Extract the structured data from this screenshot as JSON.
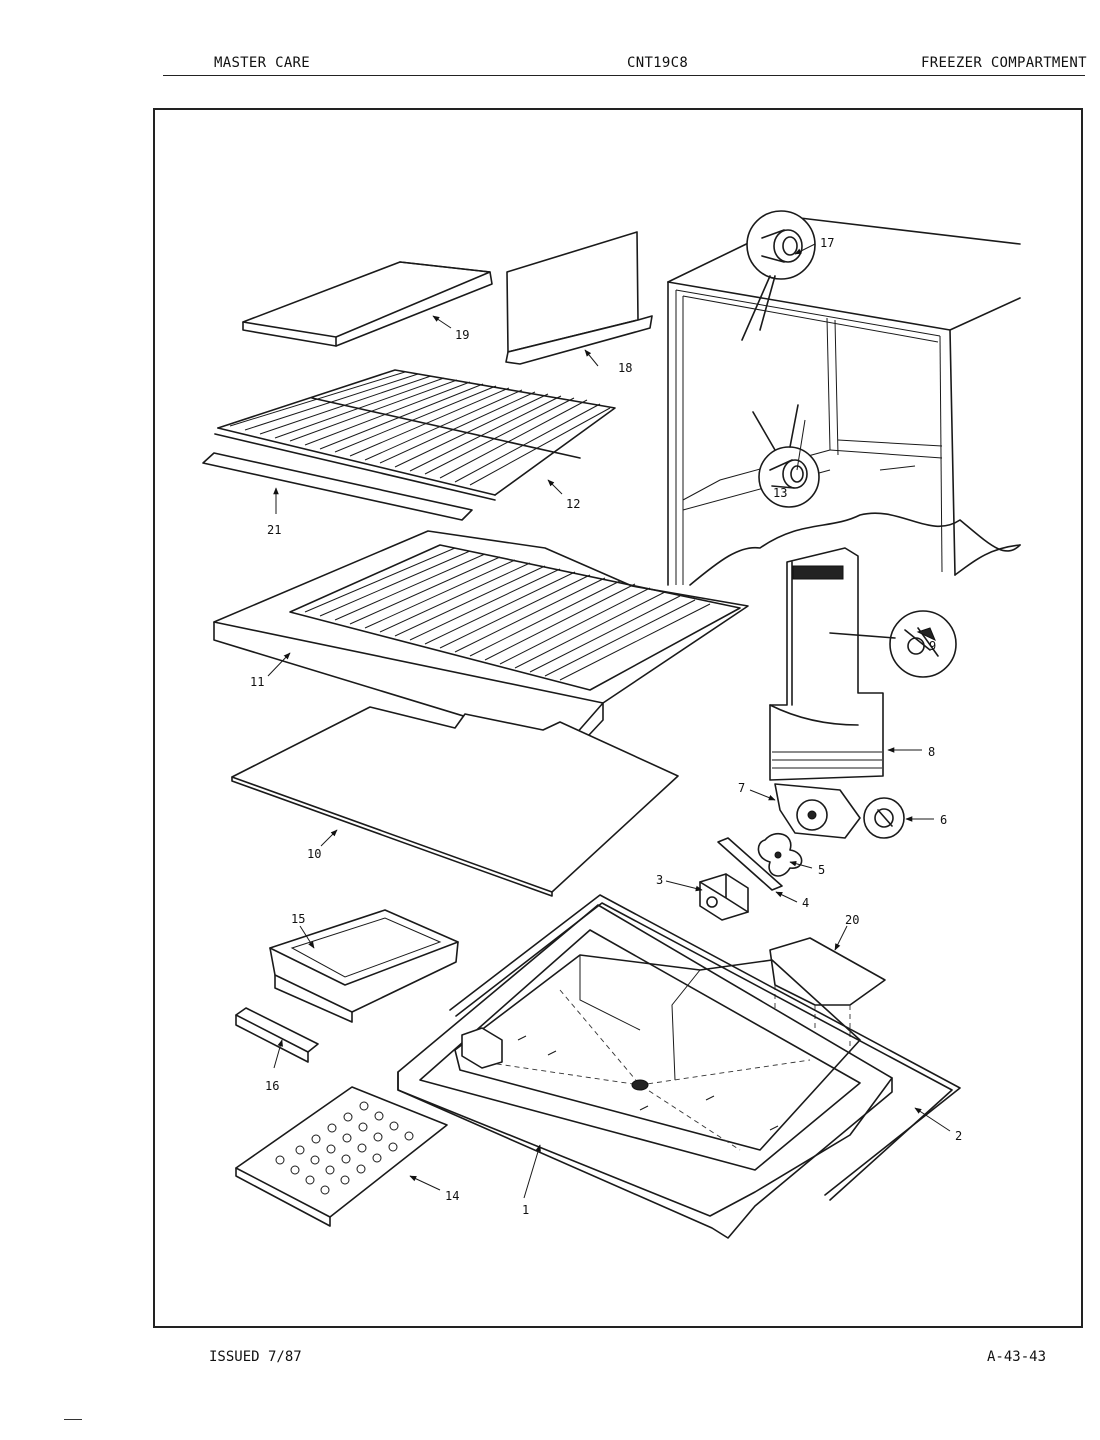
{
  "header": {
    "left": "MASTER CARE",
    "center": "CNT19C8",
    "right": "FREEZER COMPARTMENT"
  },
  "footer": {
    "issued": "ISSUED 7/87",
    "page_code": "A-43-43"
  },
  "callouts": [
    {
      "id": "c1",
      "label": "1"
    },
    {
      "id": "c2",
      "label": "2"
    },
    {
      "id": "c3",
      "label": "3"
    },
    {
      "id": "c4",
      "label": "4"
    },
    {
      "id": "c5",
      "label": "5"
    },
    {
      "id": "c6",
      "label": "6"
    },
    {
      "id": "c7",
      "label": "7"
    },
    {
      "id": "c8",
      "label": "8"
    },
    {
      "id": "c9",
      "label": "9"
    },
    {
      "id": "c10",
      "label": "10"
    },
    {
      "id": "c11",
      "label": "11"
    },
    {
      "id": "c12",
      "label": "12"
    },
    {
      "id": "c13",
      "label": "13"
    },
    {
      "id": "c14",
      "label": "14"
    },
    {
      "id": "c15",
      "label": "15"
    },
    {
      "id": "c16",
      "label": "16"
    },
    {
      "id": "c17",
      "label": "17"
    },
    {
      "id": "c18",
      "label": "18"
    },
    {
      "id": "c19",
      "label": "19"
    },
    {
      "id": "c20",
      "label": "20"
    },
    {
      "id": "c21",
      "label": "21"
    }
  ]
}
